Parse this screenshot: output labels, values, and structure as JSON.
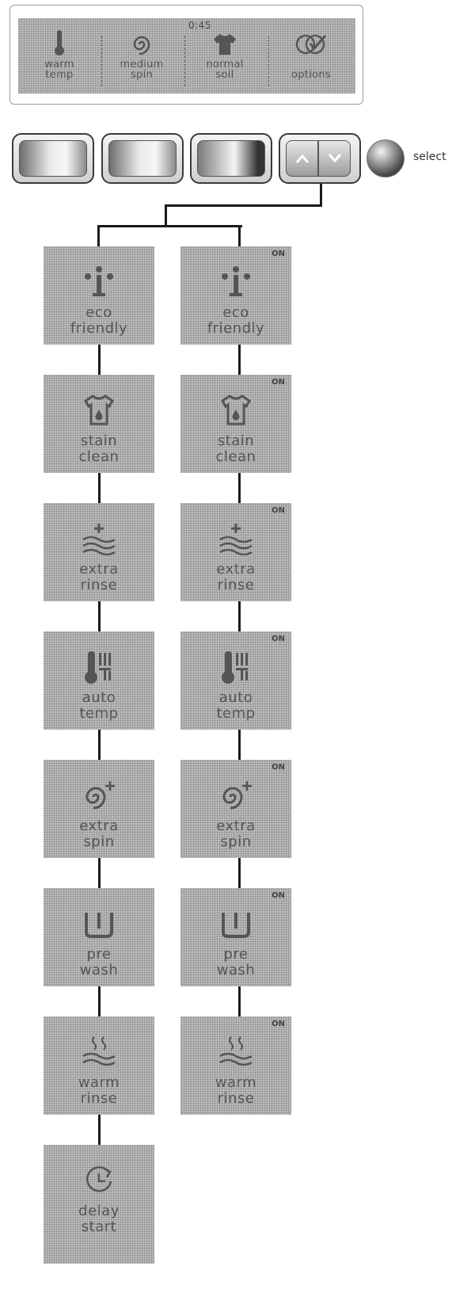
{
  "display": {
    "time": "0:45",
    "items": [
      {
        "icon": "thermometer-icon",
        "line1": "warm",
        "line2": "temp"
      },
      {
        "icon": "spin-swirl-icon",
        "line1": "medium",
        "line2": "spin"
      },
      {
        "icon": "shirt-icon",
        "line1": "normal",
        "line2": "soil"
      },
      {
        "icon": "options-check-icon",
        "line1": "",
        "line2": "options"
      }
    ]
  },
  "controls": {
    "select_label": "select"
  },
  "on_label": "ON",
  "tiles_left": [
    {
      "icon": "eco-icon",
      "line1": "eco",
      "line2": "friendly"
    },
    {
      "icon": "stain-shirt-icon",
      "line1": "stain",
      "line2": "clean"
    },
    {
      "icon": "extra-rinse-icon",
      "line1": "extra",
      "line2": "rinse"
    },
    {
      "icon": "auto-temp-icon",
      "line1": "auto",
      "line2": "temp"
    },
    {
      "icon": "extra-spin-icon",
      "line1": "extra",
      "line2": "spin"
    },
    {
      "icon": "pre-wash-icon",
      "line1": "pre",
      "line2": "wash"
    },
    {
      "icon": "warm-rinse-icon",
      "line1": "warm",
      "line2": "rinse"
    },
    {
      "icon": "delay-start-icon",
      "line1": "delay",
      "line2": "start"
    }
  ],
  "tiles_right": [
    {
      "icon": "eco-icon",
      "line1": "eco",
      "line2": "friendly"
    },
    {
      "icon": "stain-shirt-icon",
      "line1": "stain",
      "line2": "clean"
    },
    {
      "icon": "extra-rinse-icon",
      "line1": "extra",
      "line2": "rinse"
    },
    {
      "icon": "auto-temp-icon",
      "line1": "auto",
      "line2": "temp"
    },
    {
      "icon": "extra-spin-icon",
      "line1": "extra",
      "line2": "spin"
    },
    {
      "icon": "pre-wash-icon",
      "line1": "pre",
      "line2": "wash"
    },
    {
      "icon": "warm-rinse-icon",
      "line1": "warm",
      "line2": "rinse"
    }
  ]
}
